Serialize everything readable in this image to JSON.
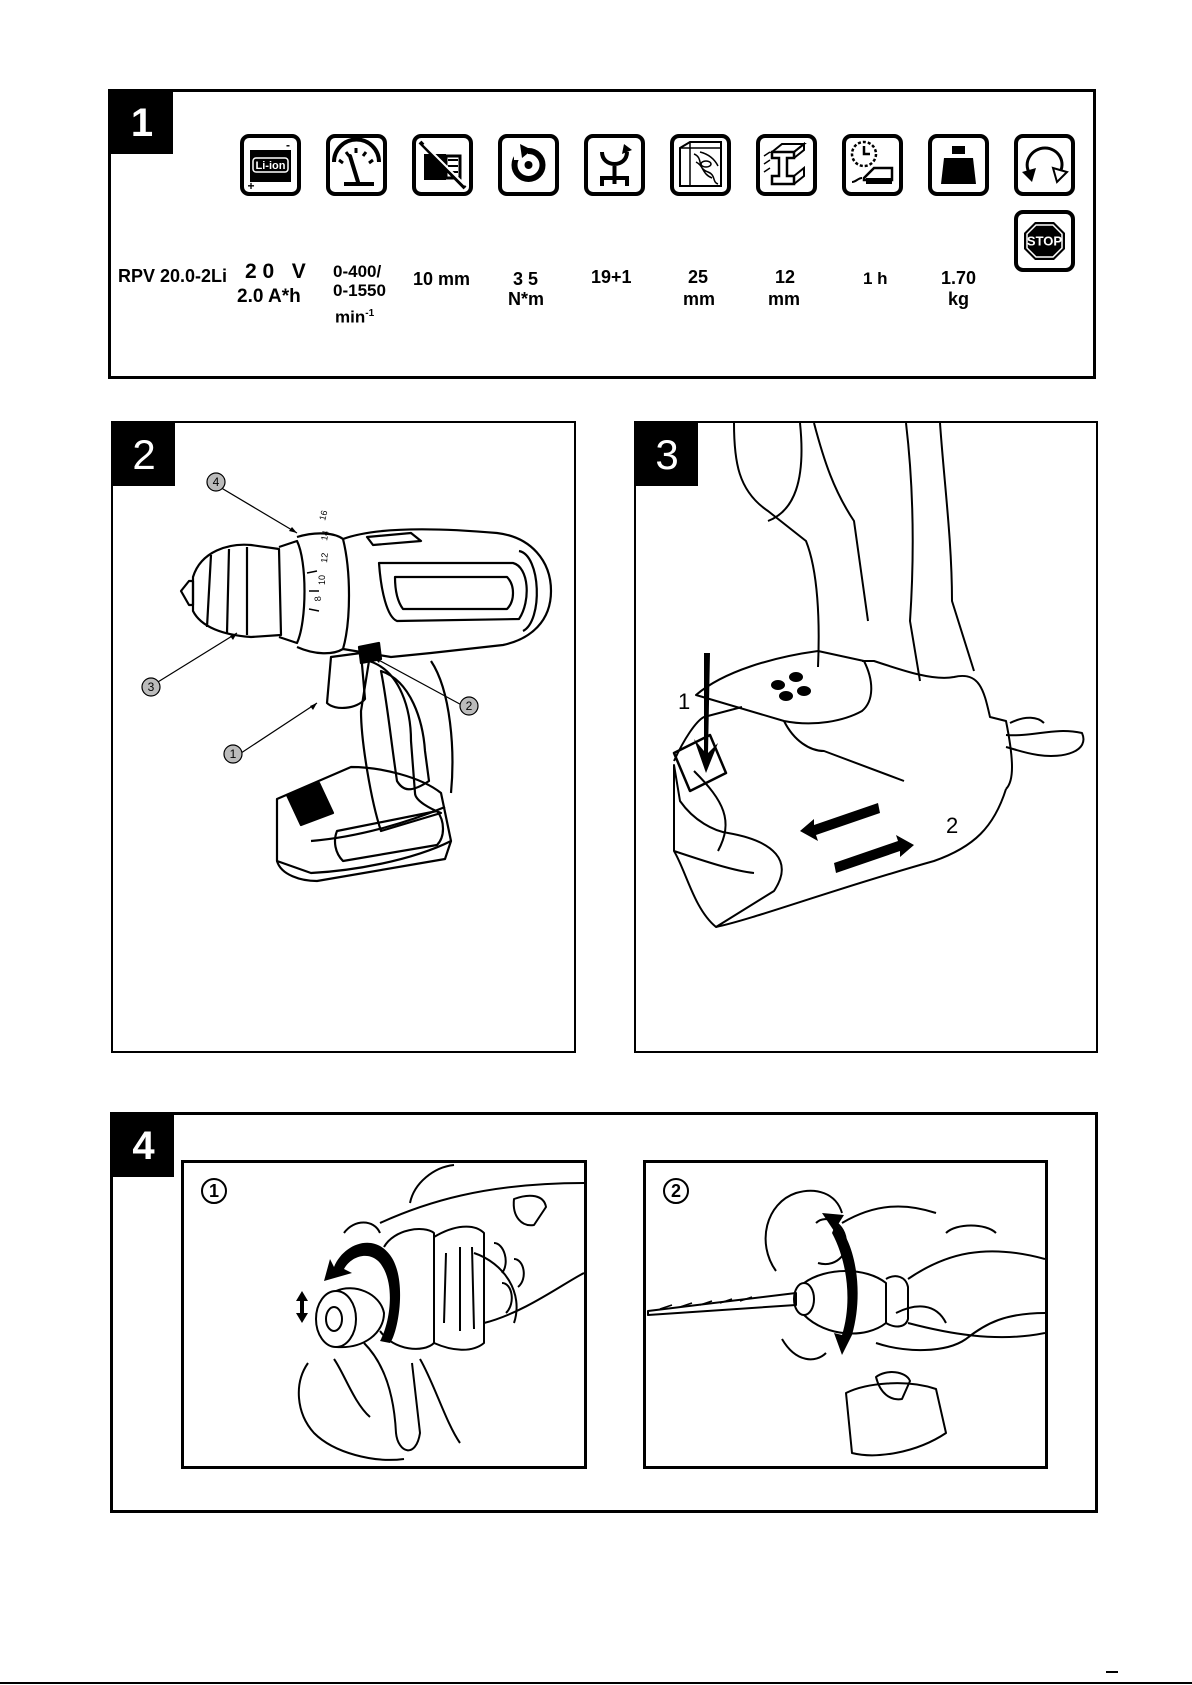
{
  "panels": {
    "p1": "1",
    "p2": "2",
    "p3": "3",
    "p4": "4"
  },
  "icons": [
    {
      "name": "battery-li-ion-icon",
      "label": "Li-ion",
      "minus": "-",
      "plus": "+"
    },
    {
      "name": "speedometer-icon"
    },
    {
      "name": "no-hammer-drill-icon"
    },
    {
      "name": "rotation-torque-icon"
    },
    {
      "name": "torque-settings-icon"
    },
    {
      "name": "wood-drilling-icon"
    },
    {
      "name": "steel-drilling-icon"
    },
    {
      "name": "charging-time-icon"
    },
    {
      "name": "weight-icon"
    },
    {
      "name": "reverse-rotation-icon"
    },
    {
      "name": "stop-icon",
      "label": "STOP"
    }
  ],
  "specs": {
    "model": "RPV 20.0-2Li",
    "voltage": "2 0   V",
    "capacity": "2.0 A*h",
    "speed_line1": "0-400/",
    "speed_line2": "0-1550",
    "speed_unit": "min",
    "speed_unit_exp": "-1",
    "chuck": "10 mm",
    "torque_value": "3 5",
    "torque_unit": "N*m",
    "torque_settings": "19+1",
    "wood_value": "25",
    "wood_unit": "mm",
    "steel_value": "12",
    "steel_unit": "mm",
    "charge_time": "1 h",
    "weight_value": "1.70",
    "weight_unit": "kg"
  },
  "figure2": {
    "callouts": [
      "4",
      "3",
      "2",
      "1"
    ],
    "dial_marks": [
      "16",
      "14",
      "12",
      "10",
      "8"
    ]
  },
  "figure3": {
    "callouts": [
      "1",
      "2"
    ]
  },
  "figure4": {
    "steps": [
      "1",
      "2"
    ]
  }
}
